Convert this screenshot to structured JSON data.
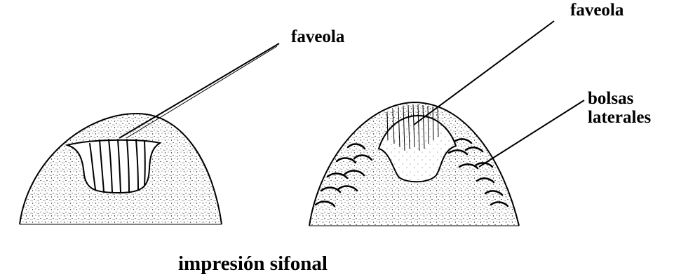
{
  "labels": {
    "faveola_left": "faveola",
    "faveola_right": "faveola",
    "bolsas": "bolsas",
    "laterales": "laterales",
    "caption": "impresión sifonal"
  }
}
